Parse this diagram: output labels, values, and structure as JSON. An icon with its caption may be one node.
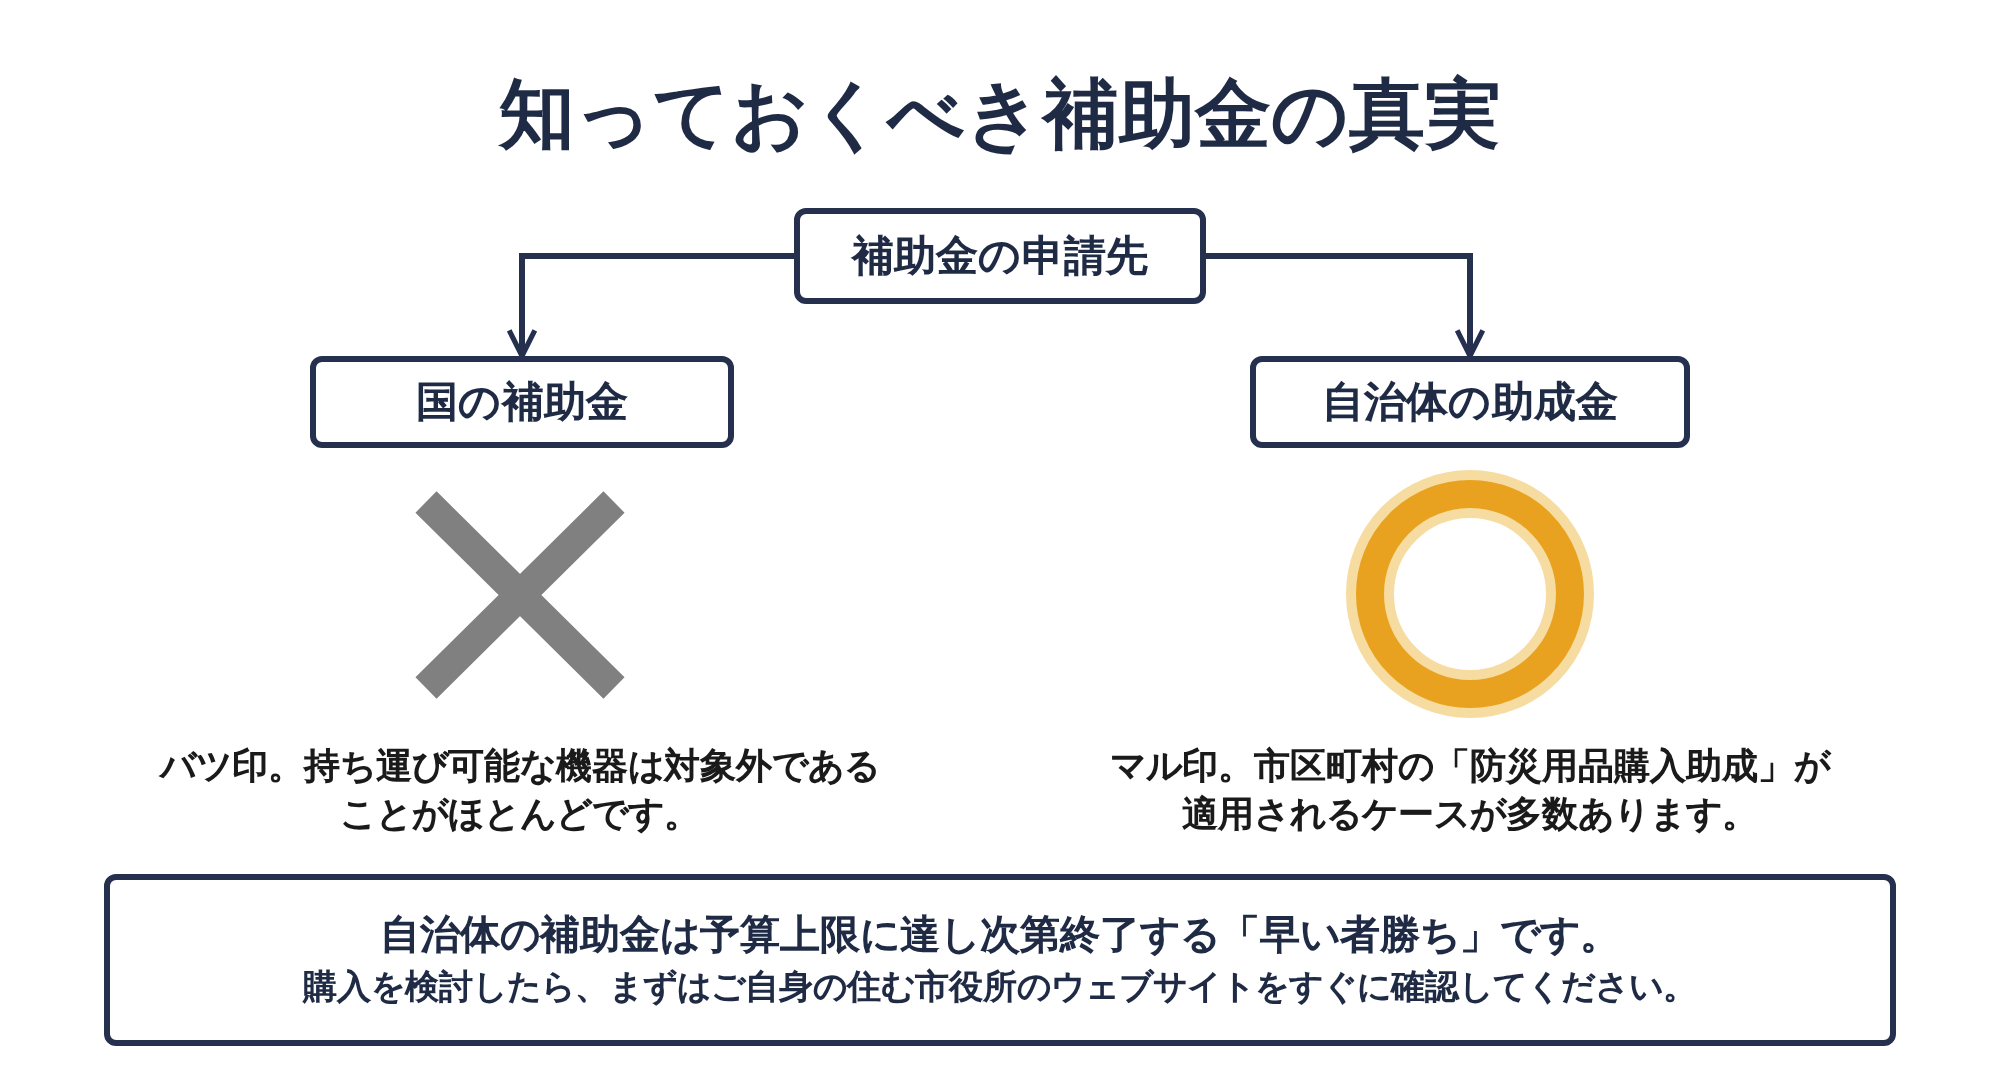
{
  "diagram": {
    "title": "知っておくべき補助金の真実",
    "nodes": [
      {
        "text": [
          "補助金の申請先"
        ]
      },
      {
        "text": [
          "国の補助金"
        ]
      },
      {
        "text": [
          "自治体の助成金"
        ]
      },
      {
        "text": [
          "自治体の補助金は予算上限に達し次第終了する「早い者勝ち」です。",
          "購入を検討したら、まずはご自身の住む市役所のウェブサイトをすぐに確認してください。"
        ]
      }
    ],
    "edges": [
      {
        "from": 0,
        "to": 1,
        "arrow": "to"
      },
      {
        "from": 0,
        "to": 2,
        "arrow": "to"
      }
    ],
    "labels": [
      "バツ印。持ち運び可能な機器は対象外であることがほとんどです。",
      "マル印。市区町村の「防災用品購入助成」が適用されるケースが多数あります。"
    ]
  }
}
